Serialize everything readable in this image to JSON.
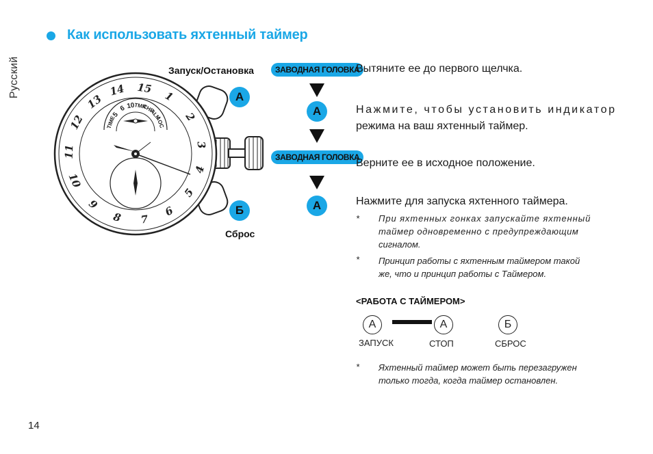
{
  "page": {
    "language": "Русский",
    "number": "14",
    "title": "Как использовать яхтенный таймер"
  },
  "diagram": {
    "top_button_label": "Запуск/Остановка",
    "top_button_letter": "A",
    "bottom_button_label": "Сброс",
    "bottom_button_letter": "Б",
    "dial_numbers": [
      "1",
      "2",
      "3",
      "4",
      "5",
      "6",
      "7",
      "8",
      "9",
      "10",
      "11",
      "12",
      "13",
      "14",
      "15"
    ],
    "sub_dial_labels": [
      "TIME",
      "5",
      "6",
      "10",
      "TMR",
      "CHR",
      "ALM",
      "LOC"
    ]
  },
  "steps": [
    {
      "tag": "ЗАВОДНАЯ ГОЛОВКА",
      "text": "Вытяните ее до первого щелчка."
    },
    {
      "tag": "A",
      "text_line1": "Нажмите, чтобы установить индикатор",
      "text_line2": "режима на ваш яхтенный таймер."
    },
    {
      "tag": "ЗАВОДНАЯ ГОЛОВКА",
      "text": "Верните ее в исходное положение."
    },
    {
      "tag": "A",
      "text": "Нажмите для запуска яхтенного таймера."
    }
  ],
  "notes": [
    {
      "star": "*",
      "line1": "При яхтенных гонках запускайте яхтенный",
      "line2": "таймер одновременно с предупреждающим",
      "line3": "сигналом."
    },
    {
      "star": "*",
      "line1": "Принцип работы с яхтенным таймером такой",
      "line2": "же, что и принцип работы с Таймером."
    }
  ],
  "timer_section": {
    "heading": "<РАБОТА С ТАЙМЕРОМ>",
    "sequence": [
      {
        "letter": "A",
        "label": "ЗАПУСК"
      },
      {
        "letter": "A",
        "label": "СТОП"
      },
      {
        "letter": "Б",
        "label": "СБРОС"
      }
    ],
    "footnote_star": "*",
    "footnote_line1": "Яхтенный таймер может быть перезагружен",
    "footnote_line2": "только тогда, когда таймер остановлен."
  },
  "colors": {
    "accent": "#1aa7e6",
    "text": "#1a1a1a"
  }
}
